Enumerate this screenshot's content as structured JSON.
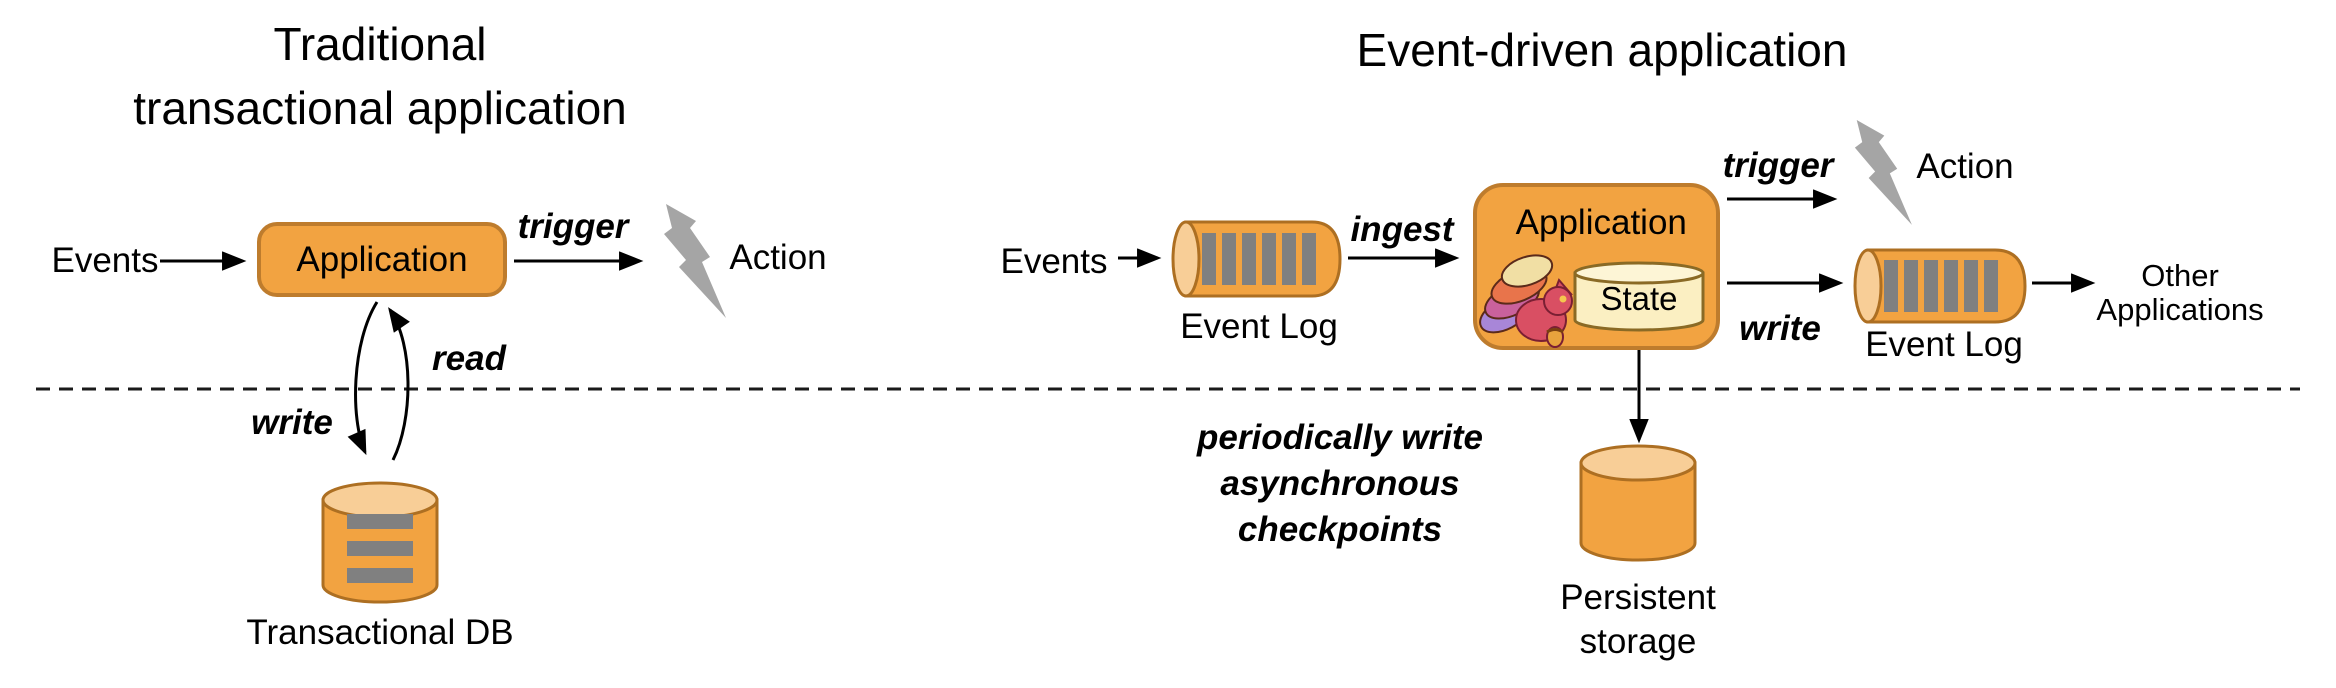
{
  "diagram_title": "Traditional transactional application vs Event-driven application",
  "left": {
    "title_line1": "Traditional",
    "title_line2": "transactional application",
    "events_label": "Events",
    "application_label": "Application",
    "trigger_label": "trigger",
    "action_label": "Action",
    "write_label": "write",
    "read_label": "read",
    "db_label": "Transactional DB"
  },
  "right": {
    "title": "Event-driven application",
    "events_label": "Events",
    "event_log_in_label": "Event Log",
    "ingest_label": "ingest",
    "application_label": "Application",
    "state_label": "State",
    "trigger_label": "trigger",
    "action_label": "Action",
    "write_label": "write",
    "event_log_out_label": "Event Log",
    "other_apps_line1": "Other",
    "other_apps_line2": "Applications",
    "checkpoint_note_line1": "periodically write",
    "checkpoint_note_line2": "asynchronous",
    "checkpoint_note_line3": "checkpoints",
    "persistent_line1": "Persistent",
    "persistent_line2": "storage"
  },
  "icons": {
    "lightning_left": "lightning-bolt-icon",
    "lightning_right": "lightning-bolt-icon",
    "flink_squirrel": "flink-squirrel-logo",
    "db_cylinder": "database-cylinder-icon",
    "event_log_queue": "event-log-queue-icon"
  },
  "colors": {
    "node_fill": "#F2A341",
    "node_border": "#BE7C2D",
    "cylinder_cap_fill": "#F8CE97",
    "cylinder_border": "#AD6F22",
    "state_fill": "#FBEFC2",
    "state_cap_fill": "#FDF5D6",
    "state_border": "#8A6A25",
    "stripe_gray": "#808080",
    "bolt_gray": "#A5A5A5",
    "ink": "#111111"
  }
}
